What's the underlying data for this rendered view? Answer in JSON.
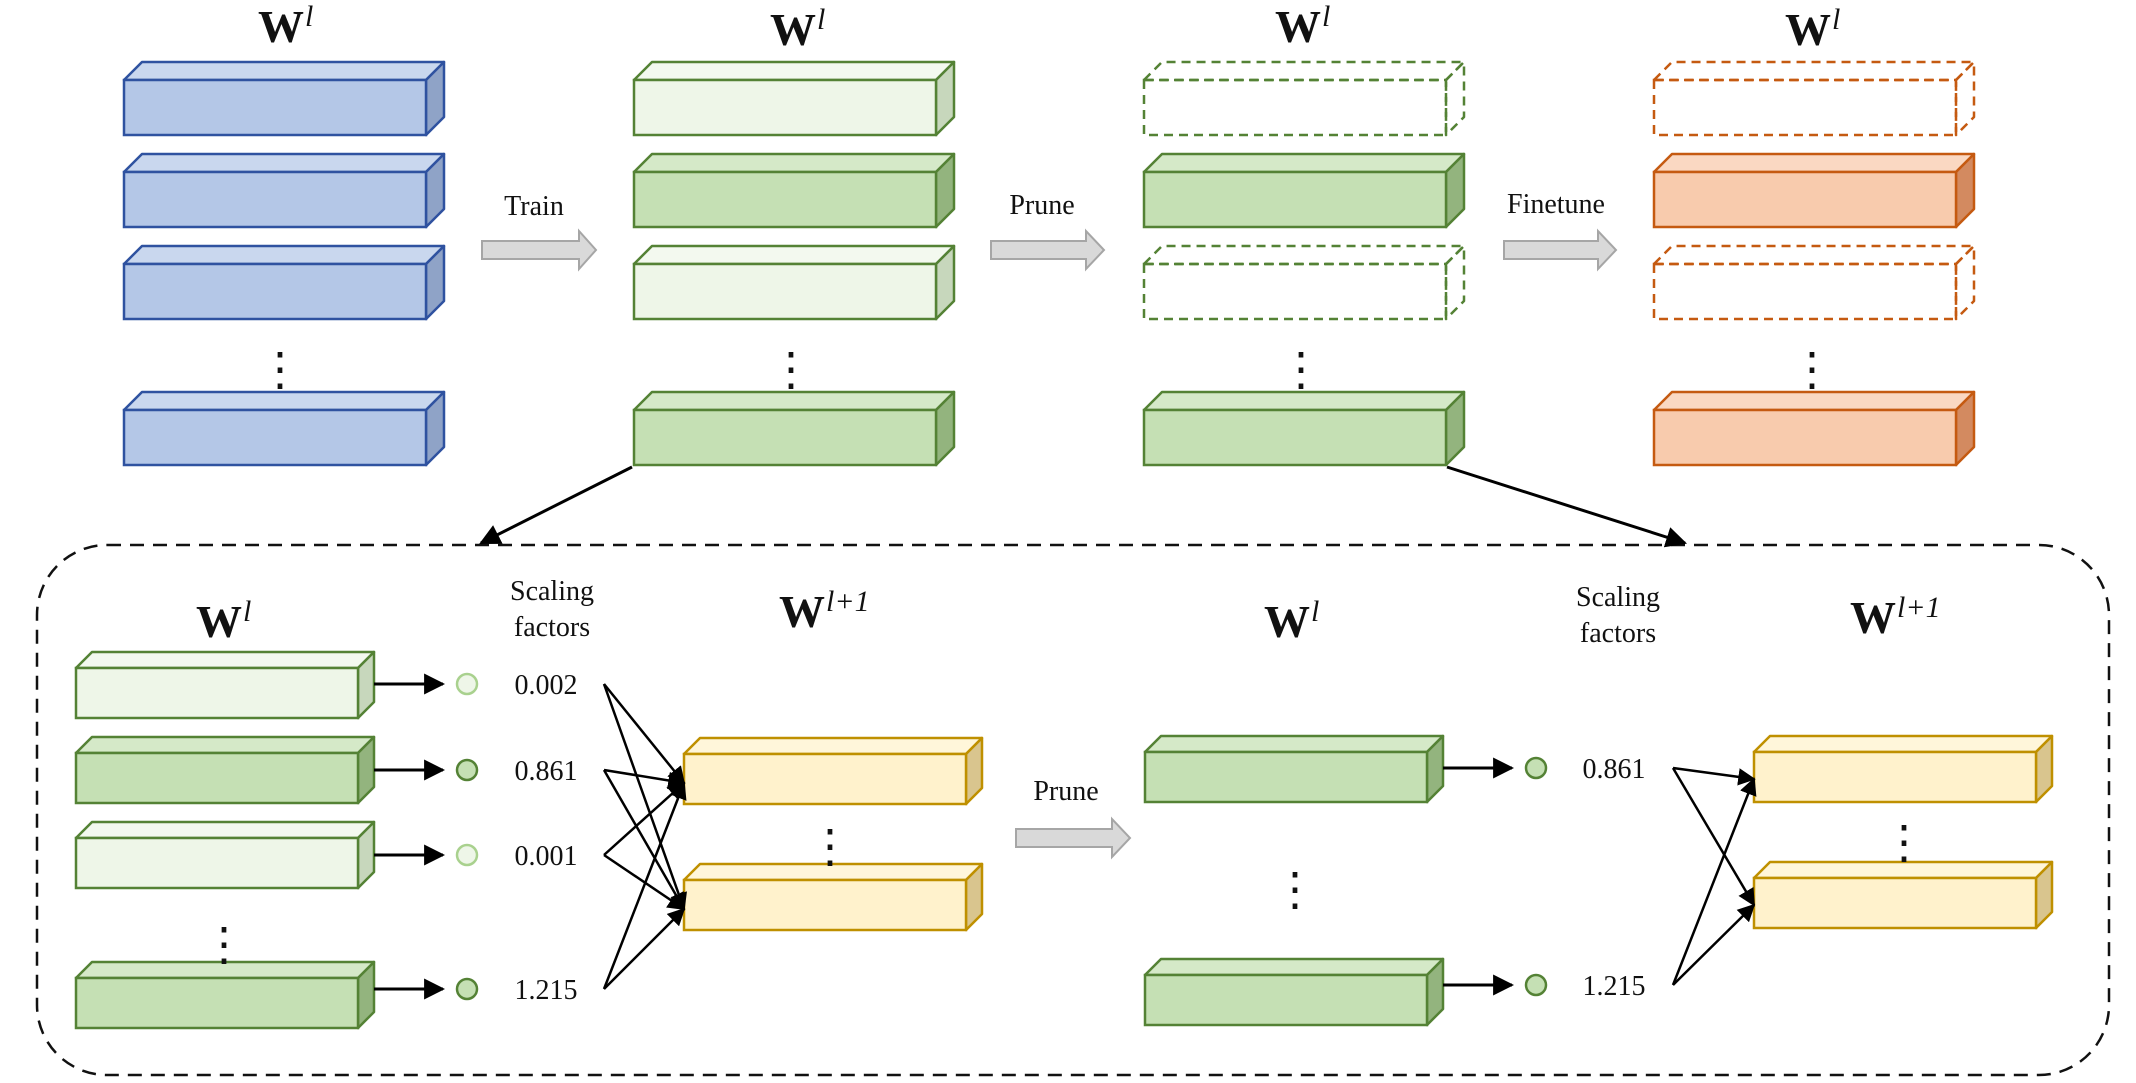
{
  "colors": {
    "blue_front": "#B4C7E7",
    "blue_top": "#C9D7EE",
    "blue_side": "#8FA3C7",
    "blue_stroke": "#2F52A0",
    "green_front": "#C5E0B4",
    "green_top": "#D5E9C8",
    "green_side": "#93B47E",
    "light_front": "#EEF6E8",
    "light_top": "#F3F9EF",
    "light_side": "#C7D7BC",
    "green_stroke": "#548235",
    "orange_front": "#F8CBAD",
    "orange_top": "#FAD8C2",
    "orange_side": "#D38A60",
    "orange_stroke": "#C55A11",
    "yellow_front": "#FFF2CC",
    "yellow_top": "#FFF6DA",
    "yellow_side": "#D9C58E",
    "yellow_stroke": "#BF9000",
    "arrow_fill": "#D9D9D9",
    "arrow_stroke": "#A6A6A6"
  },
  "top_row": {
    "stages": [
      {
        "title": "W",
        "sup": "l",
        "style": "blue",
        "rows": [
          "blue",
          "blue",
          "blue",
          "blue"
        ]
      },
      {
        "title": "W",
        "sup": "l",
        "style": "green",
        "rows": [
          "light",
          "green",
          "light",
          "green"
        ]
      },
      {
        "title": "W",
        "sup": "l",
        "style": "green",
        "rows": [
          "dashed-green",
          "green",
          "dashed-green",
          "green"
        ]
      },
      {
        "title": "W",
        "sup": "l",
        "style": "orange",
        "rows": [
          "dashed-orange",
          "orange",
          "dashed-orange",
          "orange"
        ]
      }
    ],
    "transitions": [
      "Train",
      "Prune",
      "Finetune"
    ]
  },
  "detail_left": {
    "w_title": "W",
    "w_sup": "l",
    "next_title": "W",
    "next_sup": "l+1",
    "scaling_label": [
      "Scaling",
      "factors"
    ],
    "factors": [
      "0.002",
      "0.861",
      "0.001",
      "1.215"
    ],
    "factor_active": [
      false,
      true,
      false,
      true
    ]
  },
  "detail_transition": "Prune",
  "detail_right": {
    "w_title": "W",
    "w_sup": "l",
    "next_title": "W",
    "next_sup": "l+1",
    "scaling_label": [
      "Scaling",
      "factors"
    ],
    "factors": [
      "0.861",
      "1.215"
    ]
  },
  "ellipsis": "⋮"
}
